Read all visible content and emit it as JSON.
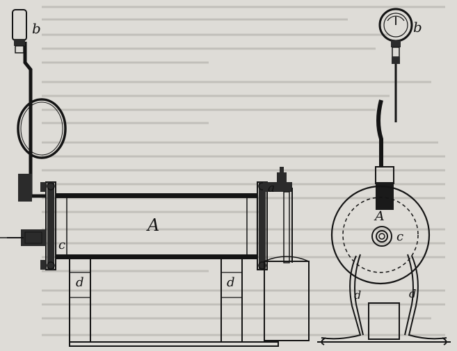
{
  "figure": {
    "labels": {
      "A_left": "A",
      "A_right": "A",
      "a": "a",
      "b_left": "b",
      "b_right": "b",
      "c_left": "c",
      "c_right": "c",
      "d_left_1": "d",
      "d_left_2": "d",
      "d_right_1": "d",
      "d_right_2": "d"
    },
    "colors": {
      "ink": "#141414",
      "paper": "#dedcd7",
      "ghost_text": "#aaa8a3"
    }
  }
}
